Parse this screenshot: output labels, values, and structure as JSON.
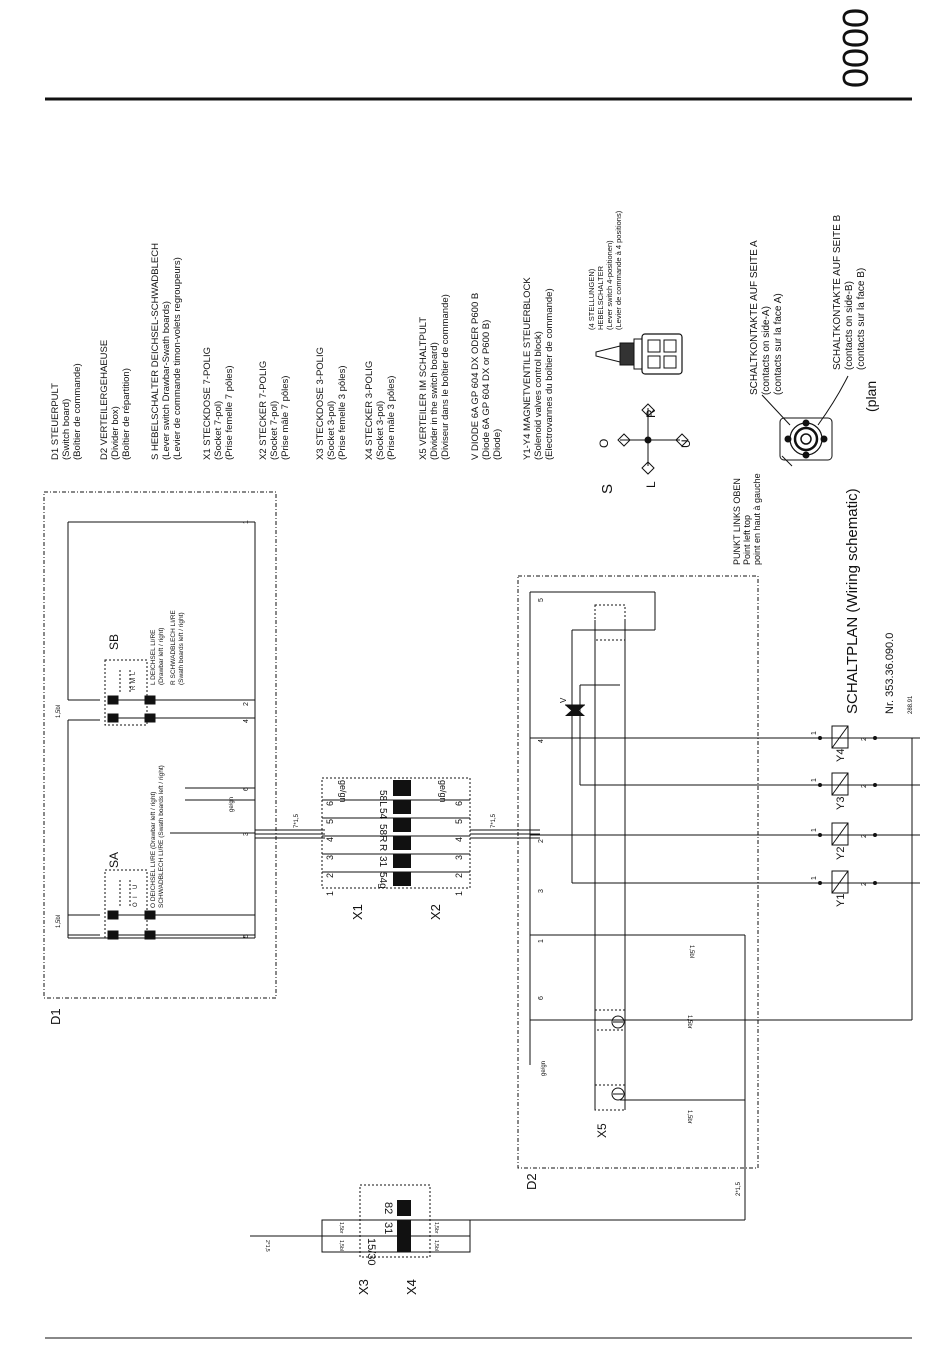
{
  "page_code": "0000",
  "legend": [
    [
      "D1  STEUERPULT",
      "(Switch board)",
      "(Boîtier de commande)"
    ],
    [
      "D2 VERTEILERGEHAEUSE",
      "(Divider box)",
      "(Boîtier de répartition)"
    ],
    [
      "S   HEBELSCHALTER  DEICHSEL-SCHWADBLECH",
      "(Lever switch   Drawbar-Swath boards)",
      "(Levier de commande timon-volets regroupeurs)"
    ],
    [
      "X1   STECKDOSE 7-POLIG",
      "(Socket 7-pol)",
      "(Prise femelle 7 pôles)"
    ],
    [
      "X2    STECKER 7-POLIG",
      "(Socket 7-pol)",
      "(Prise mâle 7 pôles)"
    ],
    [
      "X3    STECKDOSE 3-POLIG",
      "(Socket 3-pol)",
      "(Prise femelle 3 pôles)"
    ],
    [
      "X4    STECKER 3-POLIG",
      "(Socket 3-pol)",
      "(Prise mâle 3 pôles)"
    ],
    [
      "X5   VERTEILER IM SCHALTPULT",
      "(Divider in the switch board)",
      "(Diviseur dans le boîtier de commande)"
    ],
    [
      "V    DIODE 6A GP 604 DX ODER P600 B",
      "(Diode 6A GP 604 DX or P600 B)",
      "(Diode)"
    ],
    [
      "Y1-Y4 MAGNETVENTILE STEUERBLOCK",
      "(Solenoid valves  control block)",
      "(Electrovannes du boîtier de commande)"
    ]
  ],
  "lever_switch": {
    "title_lines": [
      "(4 STELLUNGEN)",
      "HEBELSCHALTER",
      "(Lever switch 4-positionen)",
      "(Levier de commande à 4 positions)"
    ],
    "symbol": "S",
    "positions": {
      "o": "O",
      "r": "R",
      "l": "L",
      "u": "U"
    }
  },
  "contacts_a": [
    "SCHALTKONTAKTE AUF SEITE  A",
    "(contacts on side-A)",
    "(contacts sur la face A)"
  ],
  "contacts_b": [
    "SCHALTKONTAKTE AUF SEITE  B",
    "(contacts on side-B)",
    "(contacts sur la face B)"
  ],
  "point_note": [
    "PUNKT LINKS OBEN",
    "Point left top",
    "point en haut à gauche"
  ],
  "title": "SCHALTPLAN  (Wiring schematic)",
  "title_prefix": "(plan",
  "number": "Nr. 353.36.090.0",
  "date": "288.91",
  "components": {
    "d1": "D1",
    "d2": "D2",
    "sa": "SA",
    "sb": "SB",
    "x1": "X1",
    "x2": "X2",
    "x3": "X3",
    "x4": "X4",
    "x5": "X5",
    "v": "V",
    "y1": "Y1",
    "y2": "Y2",
    "y3": "Y3",
    "y4": "Y4"
  },
  "sb_labels": [
    "L   DEICHSEL LI/RE",
    "(Drawbar left / right)",
    "R   SCHWADBLECH LI/RE",
    "(Swath boards left / right)"
  ],
  "sa_labels": [
    "O DEICHSEL LI/RE (Drawbar left / right)",
    "SCHWADBLECH LI/RE (Swath boards left / right)"
  ],
  "sb_switch_letters": [
    "R",
    "M",
    "L"
  ],
  "sa_switch_letters": [
    "O",
    "I",
    "U"
  ],
  "x1_terms": [
    "58L",
    "54",
    "58R",
    "R",
    "31",
    "54g"
  ],
  "x1_pins": [
    "6",
    "5",
    "4",
    "3",
    "2",
    "1"
  ],
  "x2_pins": [
    "6",
    "5",
    "4",
    "3",
    "2",
    "1"
  ],
  "x34_terms": [
    "82",
    "31",
    "15/30"
  ],
  "wires": {
    "gegn": "ge/gn",
    "w7": "7*1,5",
    "w2": "2*1,5",
    "br": "1,5br",
    "bl": "1,5bl",
    "b15": "1,5bl"
  },
  "d1_pins": [
    "1",
    "2",
    "3",
    "4",
    "5",
    "6"
  ],
  "d2_pins": [
    "1",
    "2",
    "3",
    "4",
    "5",
    "6"
  ],
  "y_pins": [
    "1",
    "2"
  ]
}
